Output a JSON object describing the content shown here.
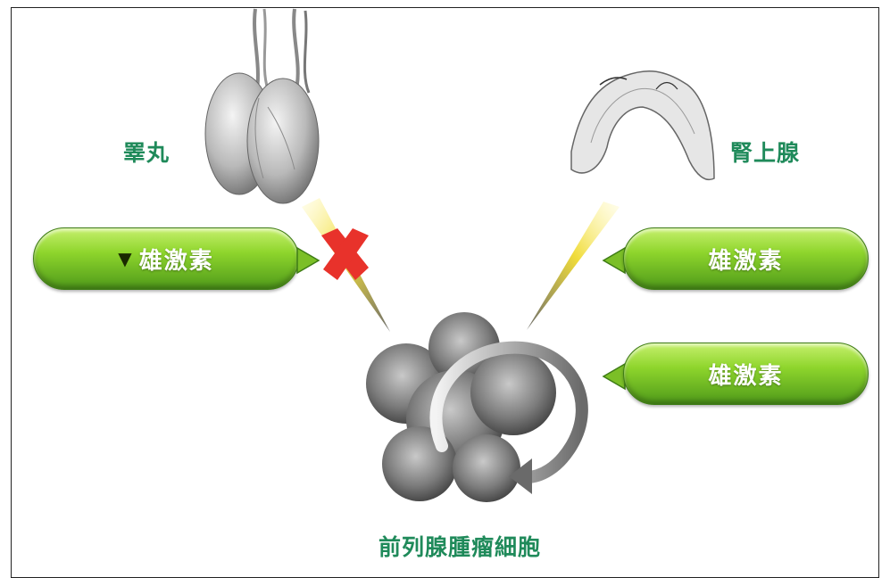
{
  "labels": {
    "testis": "睪丸",
    "adrenal": "腎上腺",
    "tumor": "前列腺腫瘤細胞"
  },
  "pills": {
    "left": {
      "marker": "▼",
      "text": "雄激素"
    },
    "right_top": {
      "text": "雄激素"
    },
    "right_bottom": {
      "text": "雄激素"
    }
  },
  "colors": {
    "label_green": "#1f8a5a",
    "pill_green": "#8ed52c",
    "blocked_x": "#e8322b"
  }
}
